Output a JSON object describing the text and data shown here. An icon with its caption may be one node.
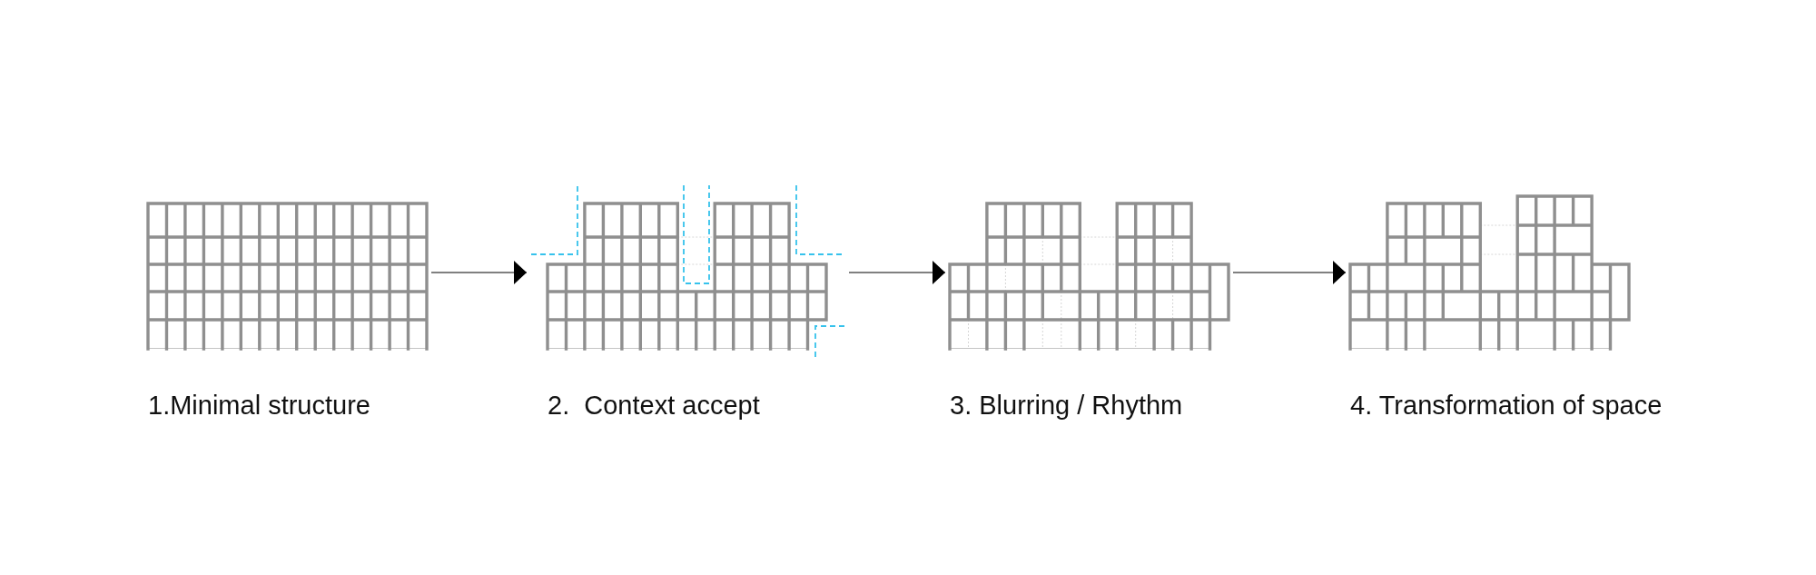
{
  "diagram": {
    "nodes": [
      {
        "text": [
          "1.Minimal structure"
        ]
      },
      {
        "text": [
          "2.  Context accept"
        ]
      },
      {
        "text": [
          "3. Blurring / Rhythm"
        ]
      },
      {
        "text": [
          "4. Transformation of space"
        ]
      }
    ],
    "edges": [
      {
        "from": 0,
        "to": 1,
        "arrow": "to"
      },
      {
        "from": 1,
        "to": 2,
        "arrow": "to"
      },
      {
        "from": 2,
        "to": 3,
        "arrow": "to"
      }
    ]
  }
}
